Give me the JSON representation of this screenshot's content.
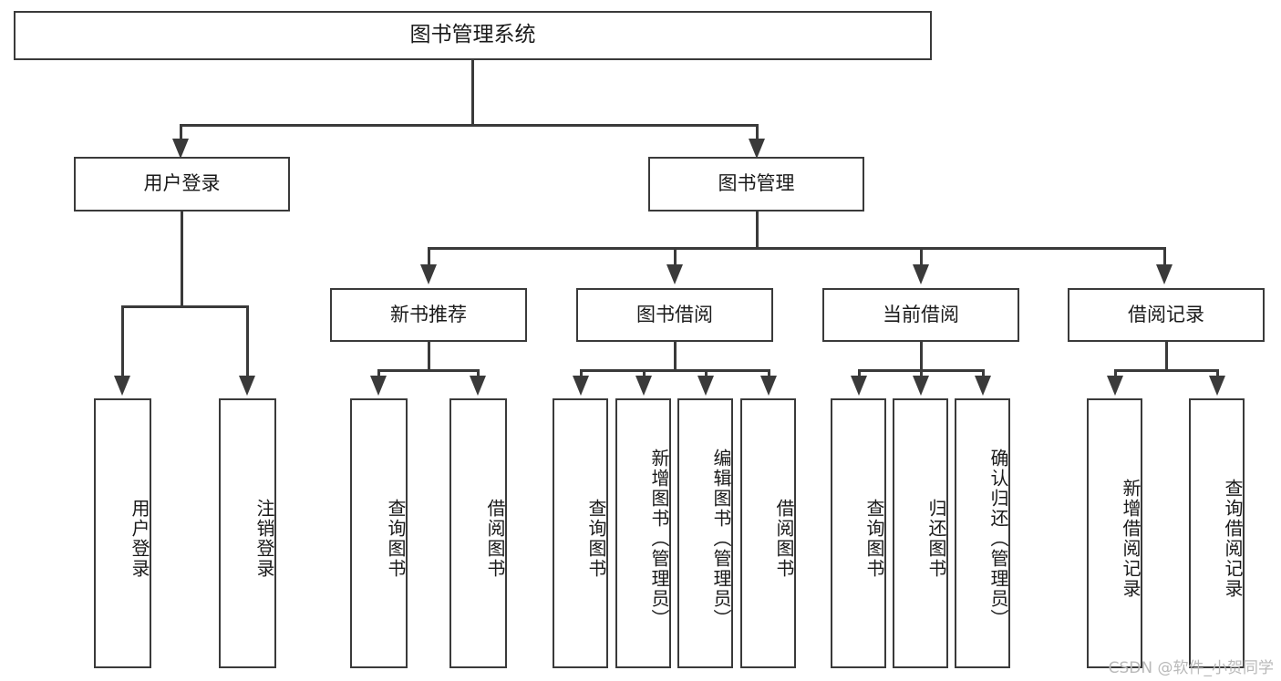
{
  "diagram": {
    "title": "图书管理系统",
    "type": "tree",
    "orientation": "top-down",
    "root": {
      "id": "root",
      "label": "图书管理系统"
    },
    "level2": [
      {
        "id": "user-login",
        "label": "用户登录"
      },
      {
        "id": "book-manage",
        "label": "图书管理"
      }
    ],
    "level3": [
      {
        "id": "new-book-recommend",
        "label": "新书推荐",
        "parent": "book-manage"
      },
      {
        "id": "book-borrow",
        "label": "图书借阅",
        "parent": "book-manage"
      },
      {
        "id": "current-borrow",
        "label": "当前借阅",
        "parent": "book-manage"
      },
      {
        "id": "borrow-record",
        "label": "借阅记录",
        "parent": "book-manage"
      }
    ],
    "leaves": [
      {
        "id": "leaf-user-login",
        "label": "用户登录",
        "parent": "user-login"
      },
      {
        "id": "leaf-user-logout",
        "label": "注销登录",
        "parent": "user-login"
      },
      {
        "id": "leaf-query-book-1",
        "label": "查询图书",
        "parent": "new-book-recommend"
      },
      {
        "id": "leaf-borrow-book-1",
        "label": "借阅图书",
        "parent": "new-book-recommend"
      },
      {
        "id": "leaf-query-book-2",
        "label": "查询图书",
        "parent": "book-borrow"
      },
      {
        "id": "leaf-add-book",
        "label": "新增图书（管理员）",
        "parent": "book-borrow"
      },
      {
        "id": "leaf-edit-book",
        "label": "编辑图书（管理员）",
        "parent": "book-borrow"
      },
      {
        "id": "leaf-borrow-book-2",
        "label": "借阅图书",
        "parent": "book-borrow"
      },
      {
        "id": "leaf-query-book-3",
        "label": "查询图书",
        "parent": "current-borrow"
      },
      {
        "id": "leaf-return-book",
        "label": "归还图书",
        "parent": "current-borrow"
      },
      {
        "id": "leaf-confirm-return",
        "label": "确认归还（管理员）",
        "parent": "current-borrow"
      },
      {
        "id": "leaf-add-record",
        "label": "新增借阅记录",
        "parent": "borrow-record"
      },
      {
        "id": "leaf-query-record",
        "label": "查询借阅记录",
        "parent": "borrow-record"
      }
    ]
  },
  "watermark": {
    "text": "CSDN @软件_小贺同学"
  },
  "colors": {
    "stroke": "#3a3a3a",
    "text": "#1a1a1a",
    "background": "#ffffff",
    "watermark": "#b9b9b9"
  }
}
